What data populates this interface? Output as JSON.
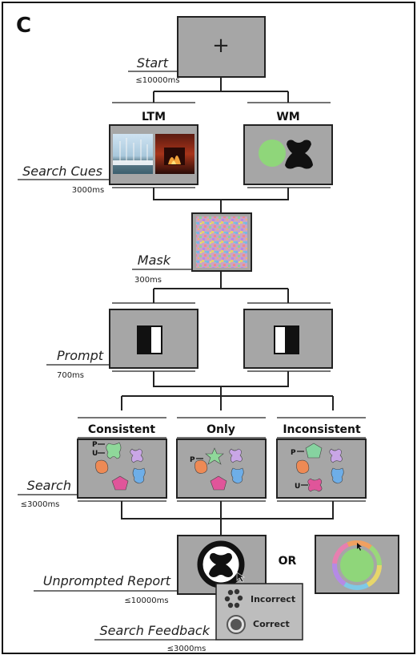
{
  "panel_letter": "C",
  "start": {
    "label": "Start",
    "time": "≤10000ms",
    "symbol": "+"
  },
  "search_cues": {
    "label": "Search Cues",
    "time": "3000ms",
    "ltm_label": "LTM",
    "wm_label": "WM"
  },
  "mask": {
    "label": "Mask",
    "time": "300ms"
  },
  "prompt": {
    "label": "Prompt",
    "time": "700ms"
  },
  "search": {
    "label": "Search",
    "time": "≤3000ms",
    "conditions": [
      "Consistent",
      "Only",
      "Inconsistent"
    ],
    "markers": {
      "prompted": "P",
      "unprompted": "U"
    }
  },
  "report": {
    "label": "Unprompted Report",
    "time": "≤10000ms",
    "or_label": "OR"
  },
  "feedback": {
    "label": "Search Feedback",
    "time": "≤3000ms",
    "incorrect": "Incorrect",
    "correct": "Correct"
  },
  "colors": {
    "screen_gray": "#a6a6a6",
    "wm_circle": "#8fd67a",
    "star_green": "#8fd89a",
    "star_purple": "#c9a6e6",
    "blob_orange": "#ee8a55",
    "blob_blue": "#6eaee8",
    "pentagon_pink": "#e0559a",
    "pent_green": "#86d3a0",
    "mask_bg": "#c8a0c8"
  }
}
